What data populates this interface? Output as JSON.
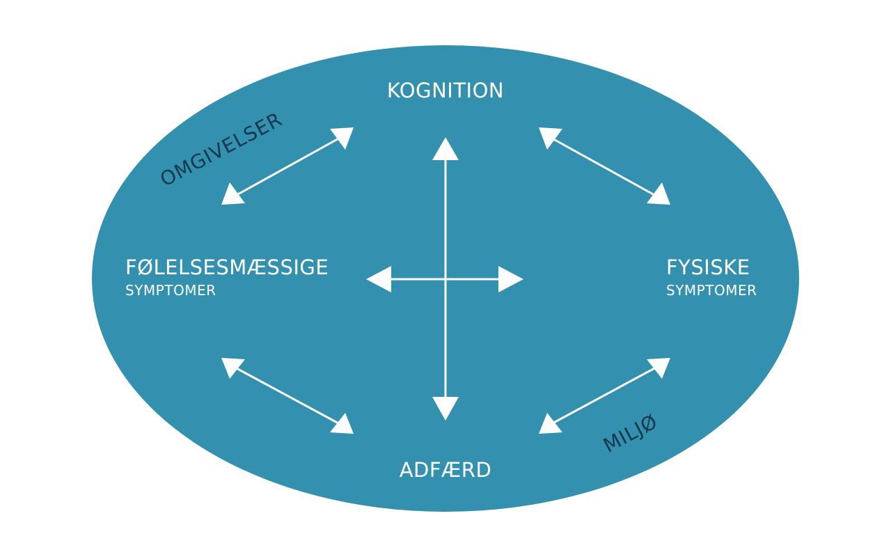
{
  "colors": {
    "ellipse_fill": "#3390ae",
    "arrow_color": "#ffffff",
    "label_color": "#ffffff",
    "context_label_color": "#16384d",
    "background": "#ffffff"
  },
  "nodes": {
    "top": {
      "label": "KOGNITION"
    },
    "left": {
      "label": "FØLELSESMÆSSIGE",
      "sublabel": "SYMPTOMER"
    },
    "right": {
      "label": "FYSISKE",
      "sublabel": "SYMPTOMER"
    },
    "bottom": {
      "label": "ADFÆRD"
    }
  },
  "context_labels": {
    "upper_left": "OMGIVELSER",
    "lower_right": "MILJØ"
  },
  "arrows": [
    {
      "from": "left",
      "to": "top",
      "style": "double-headed"
    },
    {
      "from": "top",
      "to": "right",
      "style": "double-headed"
    },
    {
      "from": "left",
      "to": "bottom",
      "style": "double-headed"
    },
    {
      "from": "bottom",
      "to": "right",
      "style": "double-headed"
    },
    {
      "from": "top",
      "to": "bottom",
      "style": "double-headed"
    },
    {
      "from": "left",
      "to": "right",
      "style": "double-headed"
    }
  ],
  "icons": {
    "arrowhead": "triangle-arrowhead-icon"
  }
}
